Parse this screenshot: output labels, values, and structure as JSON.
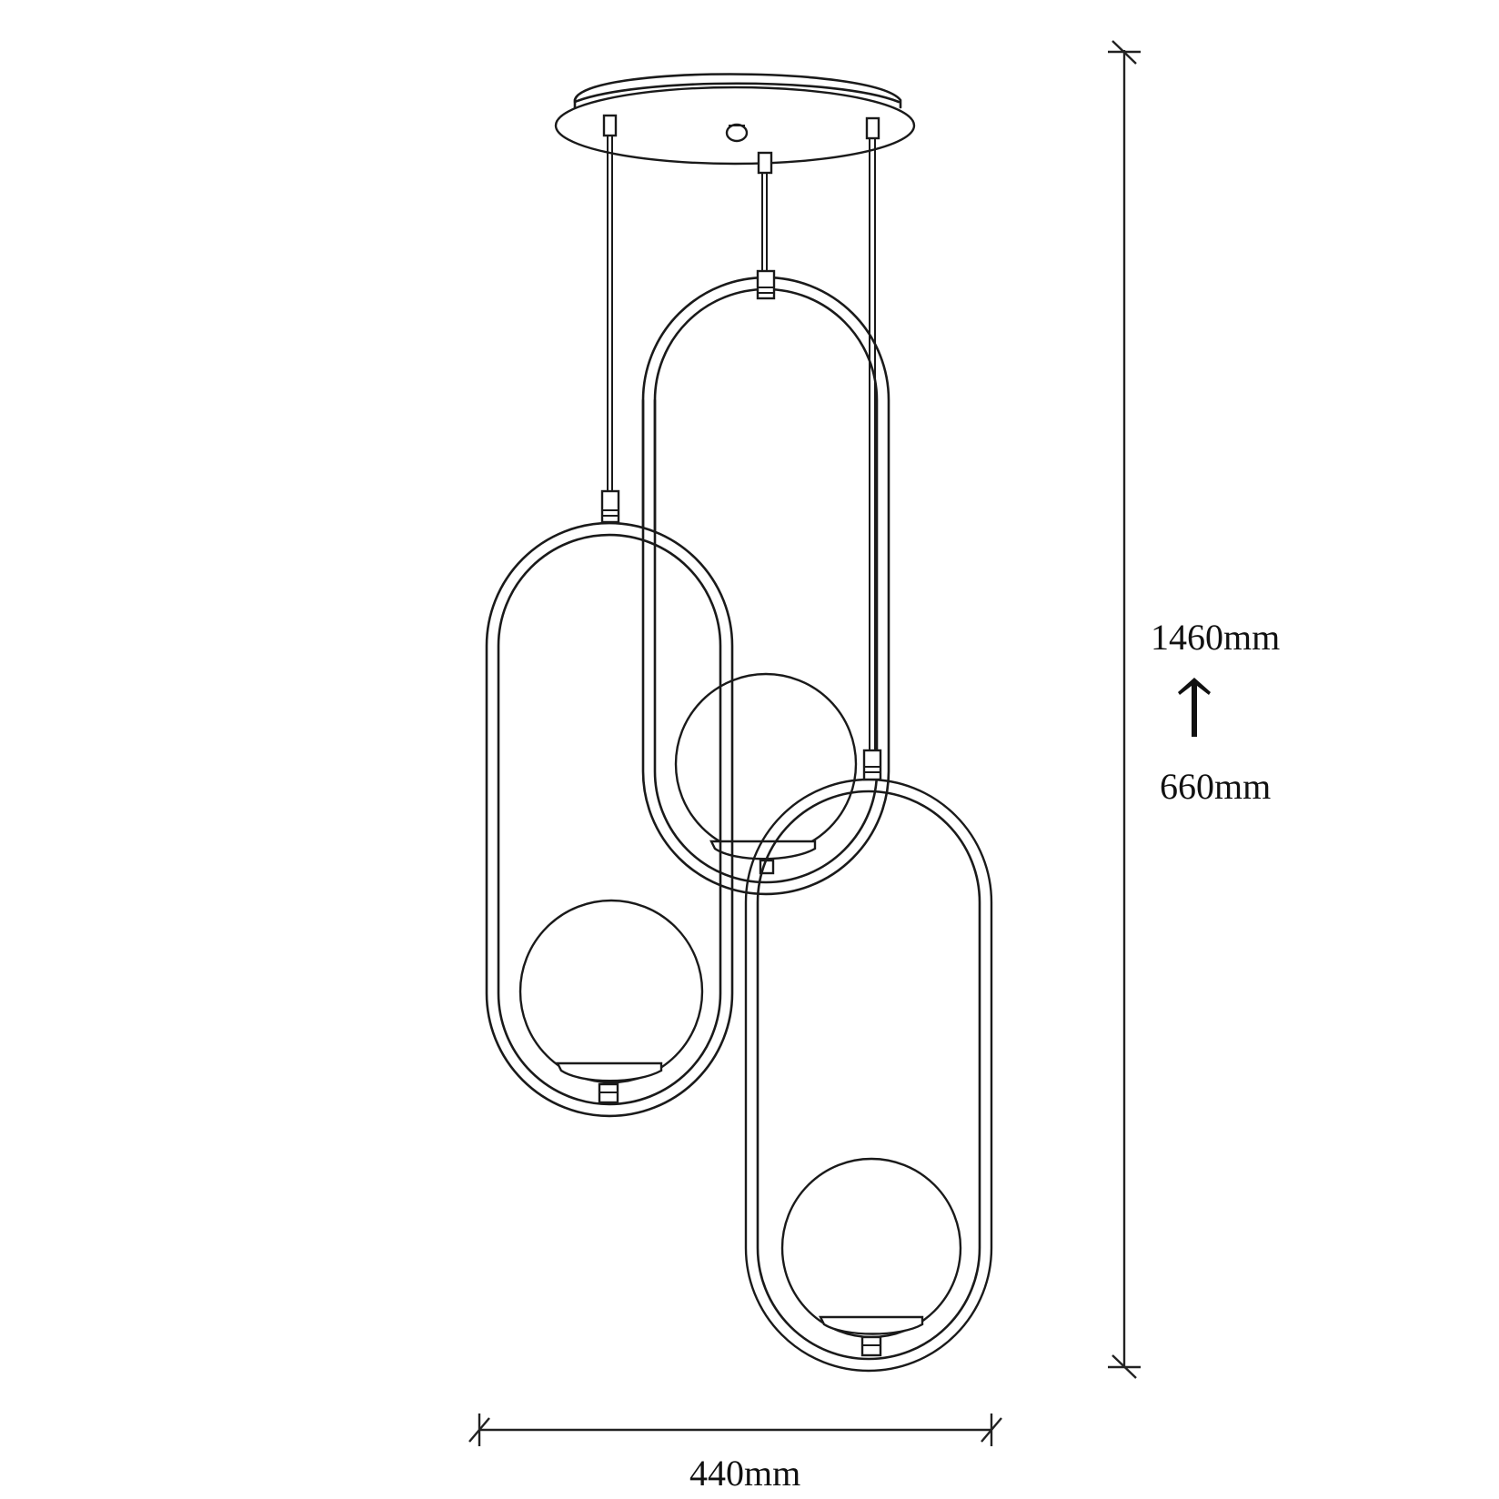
{
  "drawing": {
    "subject": "three-light ring pendant lamp with globe shades, line drawing",
    "line_color": "#1a1a1a",
    "background": "#ffffff"
  },
  "dimensions": {
    "height_max_label": "1460mm",
    "height_min_label": "660mm",
    "height_adjust_icon": "arrow-up-icon",
    "width_label": "440mm"
  },
  "components": {
    "canopy": "round ceiling canopy with 3 cord grips and center screw",
    "pendants": [
      {
        "name": "left-pendant",
        "shape": "vertical oval ring",
        "globe": "sphere in lower ring"
      },
      {
        "name": "center-pendant",
        "shape": "vertical oval ring",
        "globe": "sphere in lower ring"
      },
      {
        "name": "right-pendant",
        "shape": "vertical oval ring",
        "globe": "sphere in lower ring"
      }
    ]
  }
}
